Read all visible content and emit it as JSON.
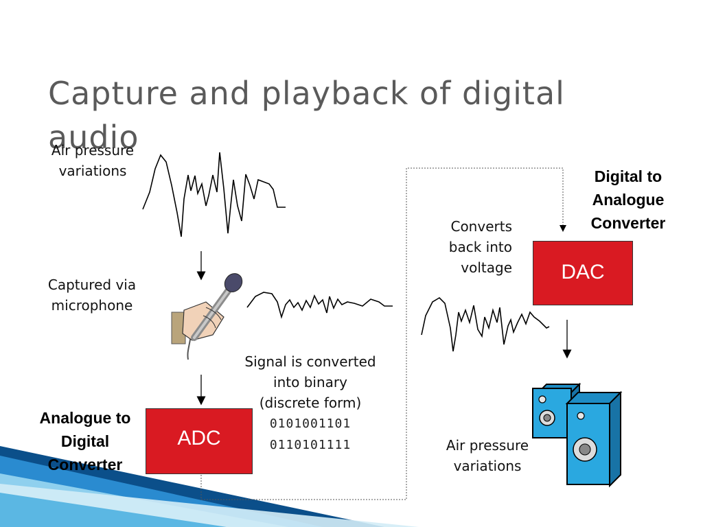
{
  "slide": {
    "title": "Capture and playback of digital audio",
    "labels": {
      "air_pressure_top": "Air pressure variations",
      "captured": "Captured via microphone",
      "adc_caption": "Analogue to Digital Converter",
      "signal": "Signal is converted into binary (discrete form)",
      "binary_1": "0101001101",
      "binary_2": "0110101111",
      "converts_back": "Converts back into voltage",
      "dac_caption": "Digital to Analogue Converter",
      "air_pressure_bottom": "Air pressure variations"
    },
    "boxes": {
      "adc": "ADC",
      "dac": "DAC"
    },
    "icons": [
      "microphone-hand-icon",
      "speakers-icon"
    ],
    "colors": {
      "converter_box": "#d91a22",
      "title": "#5a5a5a",
      "speaker": "#2aa8e0",
      "corner_accent": "#0b4f8a"
    }
  }
}
